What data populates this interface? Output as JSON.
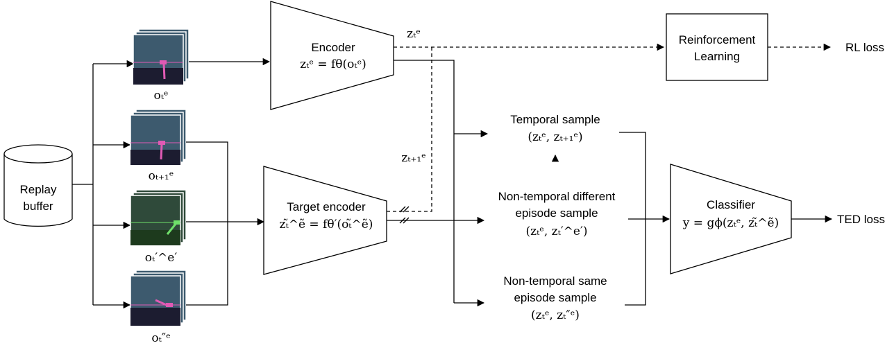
{
  "buffer": {
    "line1": "Replay",
    "line2": "buffer"
  },
  "encoder": {
    "title": "Encoder",
    "formula": "zₜᵉ = fθ(oₜᵉ)"
  },
  "target_encoder": {
    "title": "Target encoder",
    "formula": "zₜ̃^ẽ = fθ′(oₜ̃^ẽ)"
  },
  "rl": {
    "line1": "Reinforcement",
    "line2": "Learning"
  },
  "classifier": {
    "title": "Classifier",
    "formula": "y = gϕ(zₜᵉ, zₜ̃^ẽ)"
  },
  "samples": {
    "temporal": {
      "line1": "Temporal sample",
      "formula": "(zₜᵉ, zₜ₊₁ᵉ)"
    },
    "diff_episode": {
      "line1": "Non-temporal different",
      "line2": "episode sample",
      "formula": "(zₜᵉ, zₜ′^e′)"
    },
    "same_episode": {
      "line1": "Non-temporal same",
      "line2": "episode sample",
      "formula": "(zₜᵉ, zₜ″ᵉ)"
    }
  },
  "obs_labels": [
    "oₜᵉ",
    "oₜ₊₁ᵉ",
    "oₜ′^e′",
    "oₜ″ᵉ"
  ],
  "edge_labels": {
    "zt": "zₜᵉ",
    "zt1": "zₜ₊₁ᵉ"
  },
  "outputs": {
    "rl_loss": "RL loss",
    "ted_loss": "TED loss"
  },
  "colors": {
    "frame_sky": "#3d5a6e",
    "frame_ground": "#1c1c30",
    "pink": "#e05ab4",
    "green": "#6fe06a",
    "green_bg": "#2f4a3a"
  }
}
